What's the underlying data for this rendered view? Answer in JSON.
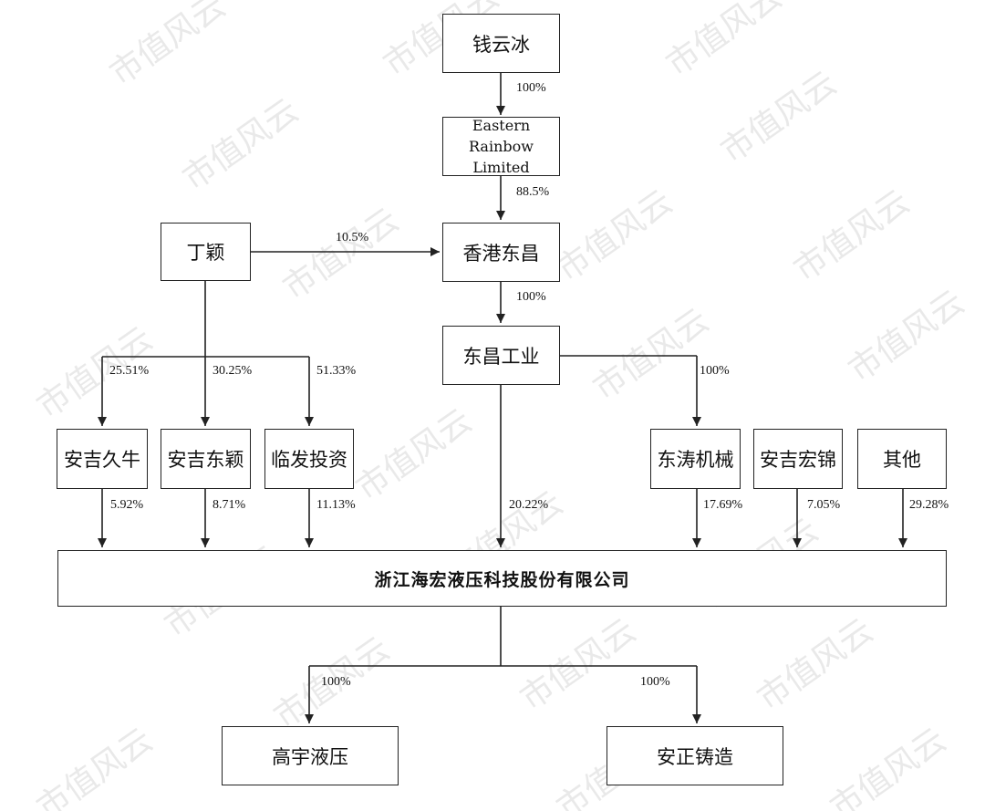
{
  "watermark": "市值风云",
  "entities": {
    "qian_yunbing": "钱云冰",
    "eastern_rainbow": [
      "Eastern",
      "Rainbow",
      "Limited"
    ],
    "ding_ying": "丁颖",
    "hk_dongchang": "香港东昌",
    "dongchang_industry": "东昌工业",
    "anji_jiuniu": "安吉久牛",
    "anji_dongying": "安吉东颖",
    "linfa_investment": "临发投资",
    "dongtao_machinery": "东涛机械",
    "anji_hongjin": "安吉宏锦",
    "others": "其他",
    "main_company": "浙江海宏液压科技股份有限公司",
    "gaoyu_hydraulic": "高宇液压",
    "anzheng_casting": "安正铸造"
  },
  "percentages": {
    "qian_to_eastern": "100%",
    "eastern_to_hk": "88.5%",
    "ding_to_hk": "10.5%",
    "hk_to_dongchang": "100%",
    "ding_to_jiuniu": "25.51%",
    "ding_to_dongying": "30.25%",
    "ding_to_linfa": "51.33%",
    "dongchang_to_dongtao": "100%",
    "jiuniu_to_main": "5.92%",
    "dongying_to_main": "8.71%",
    "linfa_to_main": "11.13%",
    "dongchang_to_main": "20.22%",
    "dongtao_to_main": "17.69%",
    "hongjin_to_main": "7.05%",
    "others_to_main": "29.28%",
    "main_to_gaoyu": "100%",
    "main_to_anzheng": "100%"
  }
}
